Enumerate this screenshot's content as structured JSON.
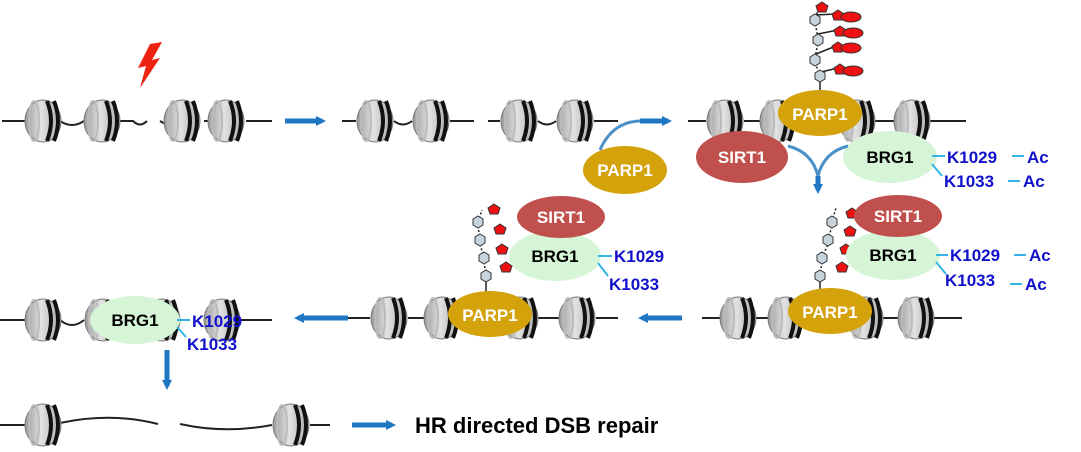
{
  "labels": {
    "parp1": "PARP1",
    "sirt1": "SIRT1",
    "brg1": "BRG1",
    "k1029": "K1029",
    "k1033": "K1033",
    "ac": "Ac",
    "outcome": "HR directed DSB repair"
  },
  "colors": {
    "parp1": "#d4a20a",
    "sirt1": "#c0504d",
    "brg1": "#d6f5d6",
    "arrow": "#1f77c4",
    "site_text": "#1111cc",
    "site_line": "#33b5e5",
    "nucleosome": "#c8c8c8",
    "dna": "#222222",
    "lightning": "#ee2211",
    "par_hexagon": "#c8d4dc",
    "par_pentagon": "#ee1111"
  }
}
